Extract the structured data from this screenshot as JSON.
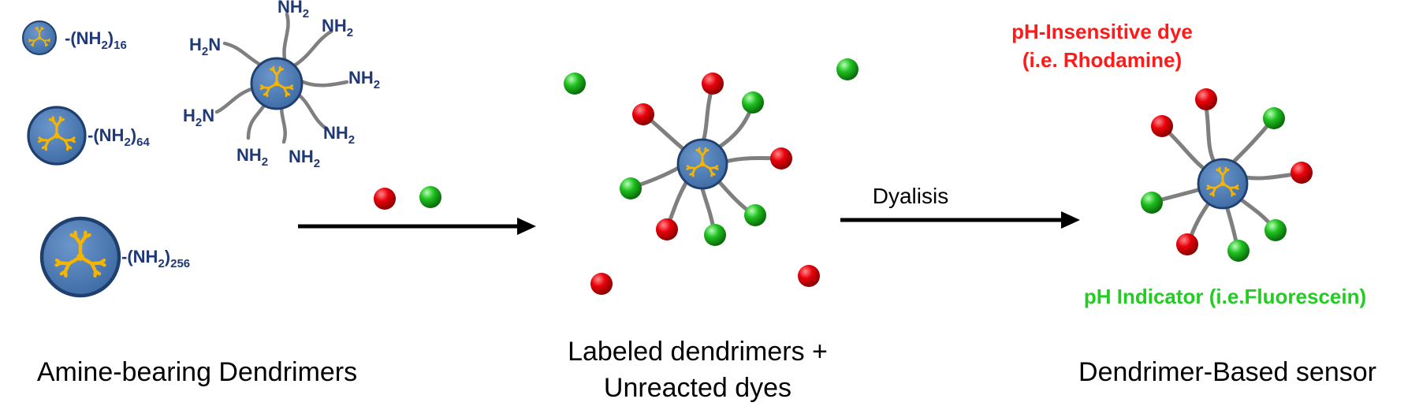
{
  "colors": {
    "core_fill": "#4a7ab5",
    "core_stroke": "#1f3f6e",
    "branch": "#f5b400",
    "amine_text": "#1f3878",
    "arm": "#7f7f7f",
    "dye_red": "#e8000b",
    "dye_green": "#1fbf1f",
    "arrow": "#000000",
    "label_red": "#ff1a1a",
    "label_green": "#22cc22"
  },
  "generations": [
    {
      "base": "-(NH",
      "sub": "2",
      "close": ")",
      "count": "16"
    },
    {
      "base": "-(NH",
      "sub": "2",
      "close": ")",
      "count": "64"
    },
    {
      "base": "-(NH",
      "sub": "2",
      "close": ")",
      "count": "256"
    }
  ],
  "amine_group": {
    "base": "NH",
    "sub": "2"
  },
  "amine_group_left": {
    "pre": "H",
    "sub": "2",
    "post": "N"
  },
  "arrow_label": "Dyalisis",
  "sensor_labels": {
    "insensitive_line1": "pH-Insensitive dye",
    "insensitive_line2": "(i.e. Rhodamine)",
    "indicator": "pH Indicator (i.e.Fluorescein)"
  },
  "captions": {
    "left": "Amine-bearing Dendrimers",
    "middle_line1": "Labeled dendrimers +",
    "middle_line2": "Unreacted dyes",
    "right": "Dendrimer-Based sensor"
  },
  "icons": [
    "dendrimer-core-icon",
    "dye-sphere-icon",
    "arrow-icon"
  ]
}
